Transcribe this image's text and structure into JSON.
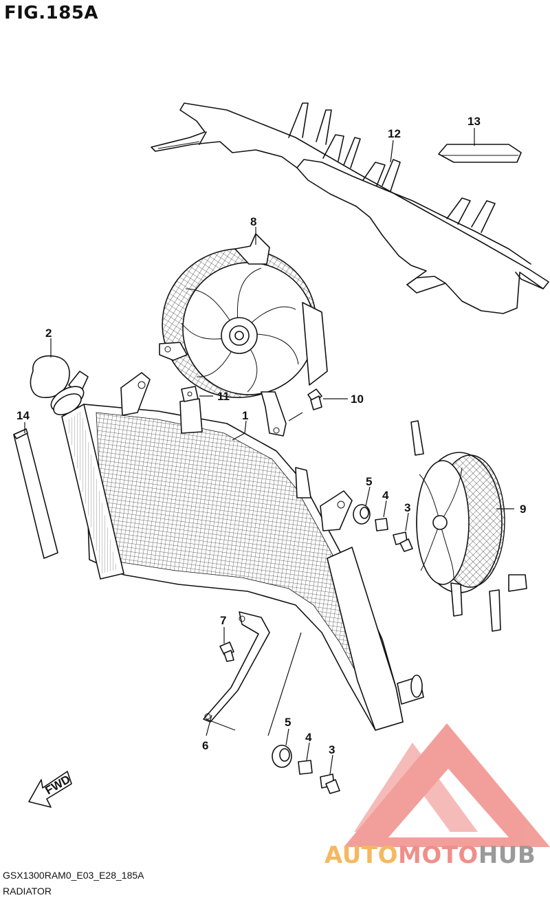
{
  "figure": {
    "title": "FIG.185A"
  },
  "callouts": {
    "p1": "1",
    "p2": "2",
    "p3a": "3",
    "p3b": "3",
    "p4a": "4",
    "p4b": "4",
    "p5a": "5",
    "p5b": "5",
    "p6": "6",
    "p7": "7",
    "p8": "8",
    "p9": "9",
    "p10": "10",
    "p11": "11",
    "p12": "12",
    "p13": "13",
    "p14": "14"
  },
  "fwd_label": "FWD",
  "footer": {
    "code": "GSX1300RAM0_E03_E28_185A",
    "name": "RADIATOR"
  },
  "watermark": {
    "part1": "AUTO",
    "part2": "MOTO",
    "part3": "HUB",
    "color_a": "#f5b860",
    "color_b": "#f08f8a",
    "color_c": "#9a9a9a"
  }
}
